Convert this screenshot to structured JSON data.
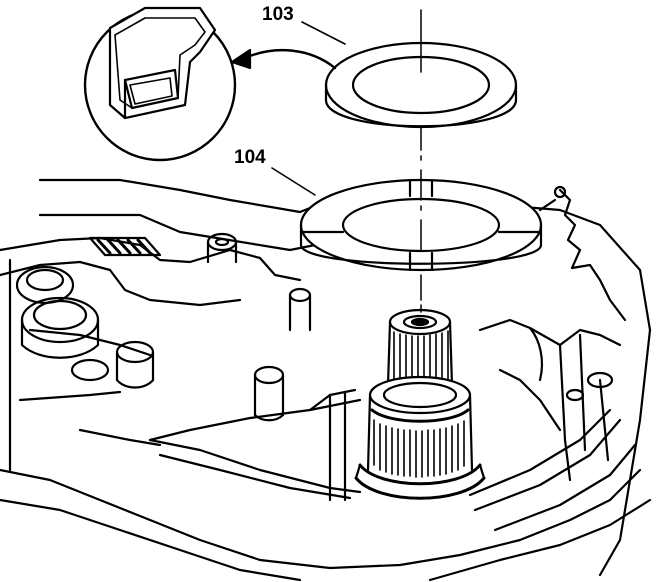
{
  "figure": {
    "callouts": [
      {
        "id": "103",
        "text": "103"
      },
      {
        "id": "104",
        "text": "104"
      }
    ]
  }
}
